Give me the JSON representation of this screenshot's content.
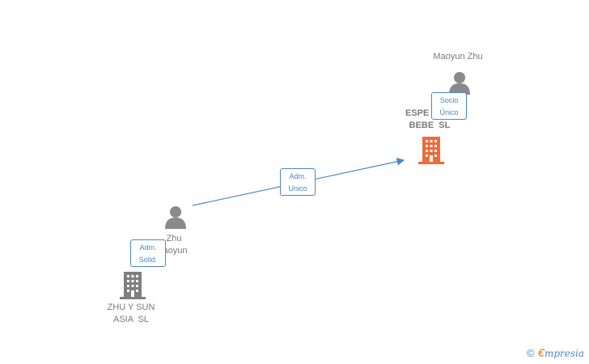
{
  "nodes": {
    "maoyun_zhu": {
      "label": "Maoyun Zhu"
    },
    "espe_bebe": {
      "label": "ESPE          \nBEBE  SL"
    },
    "zhu_maoyun": {
      "label": "Zhu\n aoyun"
    },
    "zhu_y_sun": {
      "label": "ZHU Y SUN\nASIA  SL"
    }
  },
  "relations": {
    "socio_unico": "Socio\nÚnico",
    "adm_unico": "Adm.\nUnico",
    "adm_solid": "Adm.\nSolid."
  },
  "colors": {
    "person": "#8a8a8a",
    "building_gray": "#7f7f7f",
    "building_focus": "#f26a3a",
    "edge": "#4a86c8"
  },
  "brand": {
    "copyright": "©",
    "initial": "€",
    "rest": "mpresia"
  }
}
